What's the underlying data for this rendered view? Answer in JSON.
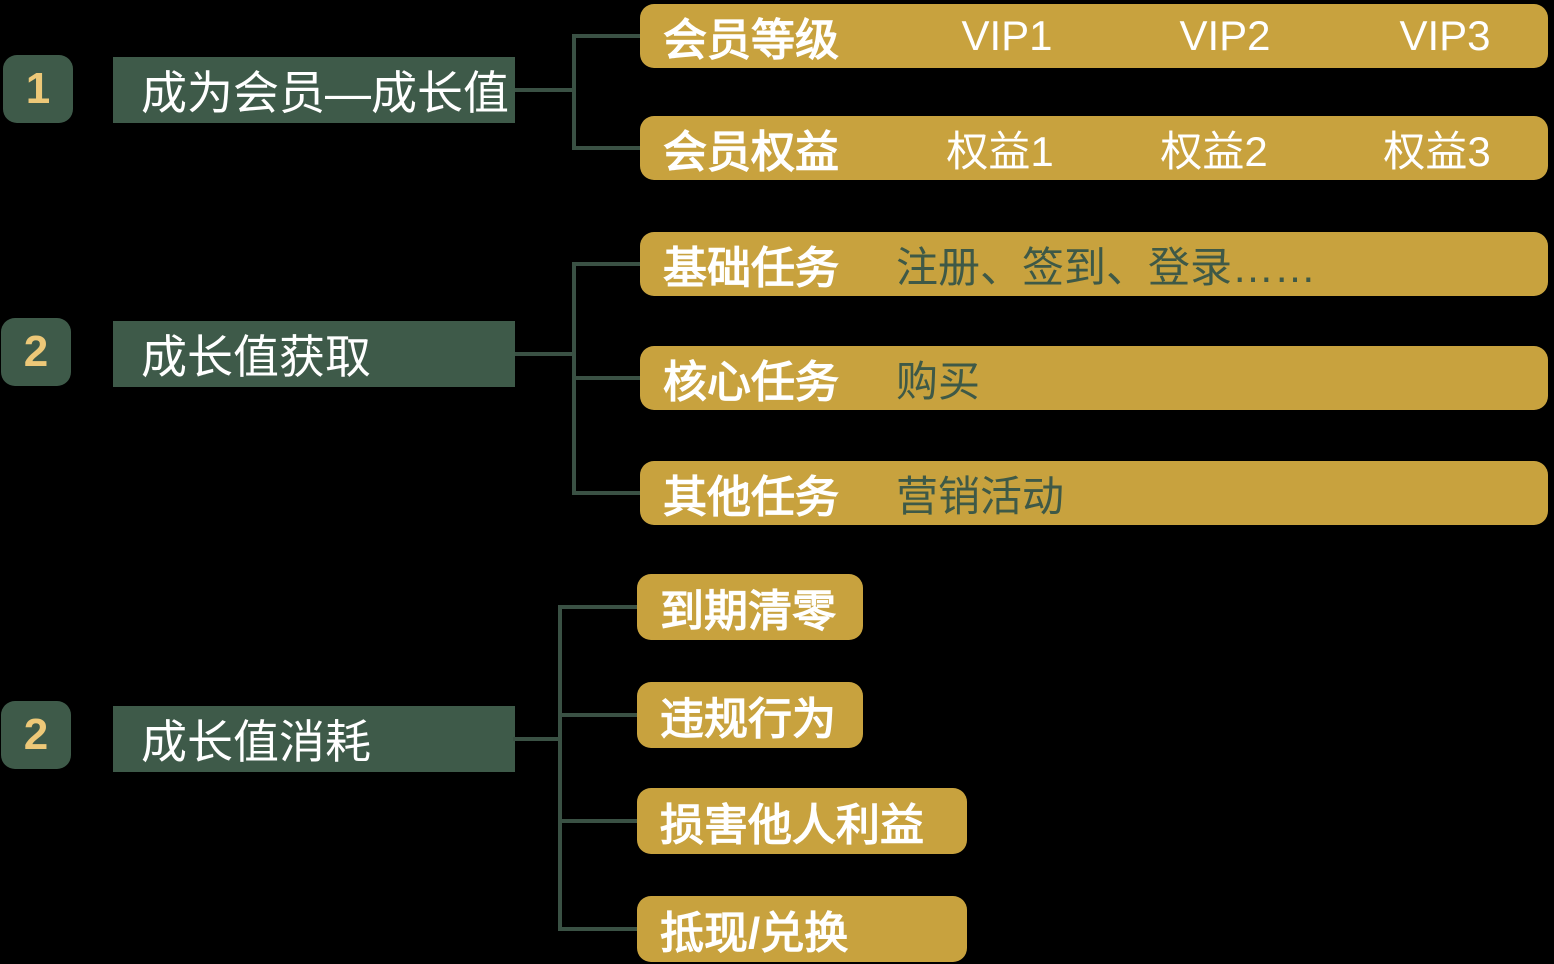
{
  "colors": {
    "background": "#000000",
    "green": "#3E5A49",
    "gold": "#C8A23E",
    "connector": "#3A5144",
    "badge_number": "#EDC878",
    "label_text": "#FFFFFF",
    "desc_text": "#3E5947"
  },
  "sections": [
    {
      "badge": "1",
      "title": "成为会员—成长值",
      "children": [
        {
          "label": "会员等级",
          "values": [
            "VIP1",
            "VIP2",
            "VIP3"
          ]
        },
        {
          "label": "会员权益",
          "values": [
            "权益1",
            "权益2",
            "权益3"
          ]
        }
      ]
    },
    {
      "badge": "2",
      "title": "成长值获取",
      "children": [
        {
          "label": "基础任务",
          "desc": "注册、签到、登录……"
        },
        {
          "label": "核心任务",
          "desc": "购买"
        },
        {
          "label": "其他任务",
          "desc": "营销活动"
        }
      ]
    },
    {
      "badge": "2",
      "title": "成长值消耗",
      "children": [
        {
          "label": "到期清零"
        },
        {
          "label": "违规行为"
        },
        {
          "label": "损害他人利益"
        },
        {
          "label": "抵现/兑换"
        }
      ]
    }
  ]
}
